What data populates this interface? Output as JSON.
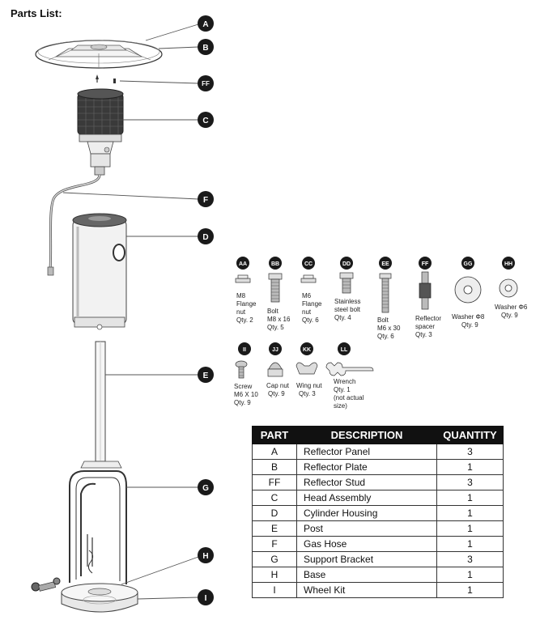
{
  "title": "Parts List:",
  "callouts": [
    "A",
    "B",
    "FF",
    "C",
    "F",
    "D",
    "E",
    "G",
    "H",
    "I"
  ],
  "hardware": [
    {
      "code": "AA",
      "lines": [
        "M8",
        "Flange",
        "nut",
        "Qty. 2"
      ],
      "icon": "flange-nut-icon"
    },
    {
      "code": "BB",
      "lines": [
        "Bolt",
        "M8 x 16",
        "Qty. 5"
      ],
      "icon": "bolt-icon"
    },
    {
      "code": "CC",
      "lines": [
        "M6",
        "Flange",
        "nut",
        "Qty. 6"
      ],
      "icon": "flange-nut-icon"
    },
    {
      "code": "DD",
      "lines": [
        "Stainless",
        "steel bolt",
        "Qty. 4"
      ],
      "icon": "bolt-icon"
    },
    {
      "code": "EE",
      "lines": [
        "Bolt",
        "M6 x 30",
        "Qty. 6"
      ],
      "icon": "long-bolt-icon"
    },
    {
      "code": "FF",
      "lines": [
        "Reflector",
        "spacer",
        "Qty. 3"
      ],
      "icon": "spacer-icon"
    },
    {
      "code": "GG",
      "lines": [
        "Washer Φ8",
        "Qty. 9"
      ],
      "icon": "washer-icon"
    },
    {
      "code": "HH",
      "lines": [
        "Washer Φ6",
        "Qty. 9"
      ],
      "icon": "washer-icon"
    },
    {
      "code": "II",
      "lines": [
        "Screw",
        "M6 X 10",
        "Qty. 9"
      ],
      "icon": "screw-icon"
    },
    {
      "code": "JJ",
      "lines": [
        "Cap nut",
        "Qty. 9"
      ],
      "icon": "cap-nut-icon"
    },
    {
      "code": "KK",
      "lines": [
        "Wing nut",
        "Qty. 3"
      ],
      "icon": "wing-nut-icon"
    },
    {
      "code": "LL",
      "lines": [
        "Wrench",
        "Qty. 1",
        "(not actual",
        "size)"
      ],
      "icon": "wrench-icon"
    }
  ],
  "table": {
    "headers": [
      "PART",
      "DESCRIPTION",
      "QUANTITY"
    ],
    "rows": [
      {
        "part": "A",
        "description": "Reflector Panel",
        "quantity": "3"
      },
      {
        "part": "B",
        "description": "Reflector Plate",
        "quantity": "1"
      },
      {
        "part": "FF",
        "description": "Reflector Stud",
        "quantity": "3"
      },
      {
        "part": "C",
        "description": "Head Assembly",
        "quantity": "1"
      },
      {
        "part": "D",
        "description": "Cylinder Housing",
        "quantity": "1"
      },
      {
        "part": "E",
        "description": "Post",
        "quantity": "1"
      },
      {
        "part": "F",
        "description": "Gas Hose",
        "quantity": "1"
      },
      {
        "part": "G",
        "description": "Support Bracket",
        "quantity": "3"
      },
      {
        "part": "H",
        "description": "Base",
        "quantity": "1"
      },
      {
        "part": "I",
        "description": "Wheel Kit",
        "quantity": "1"
      }
    ]
  }
}
